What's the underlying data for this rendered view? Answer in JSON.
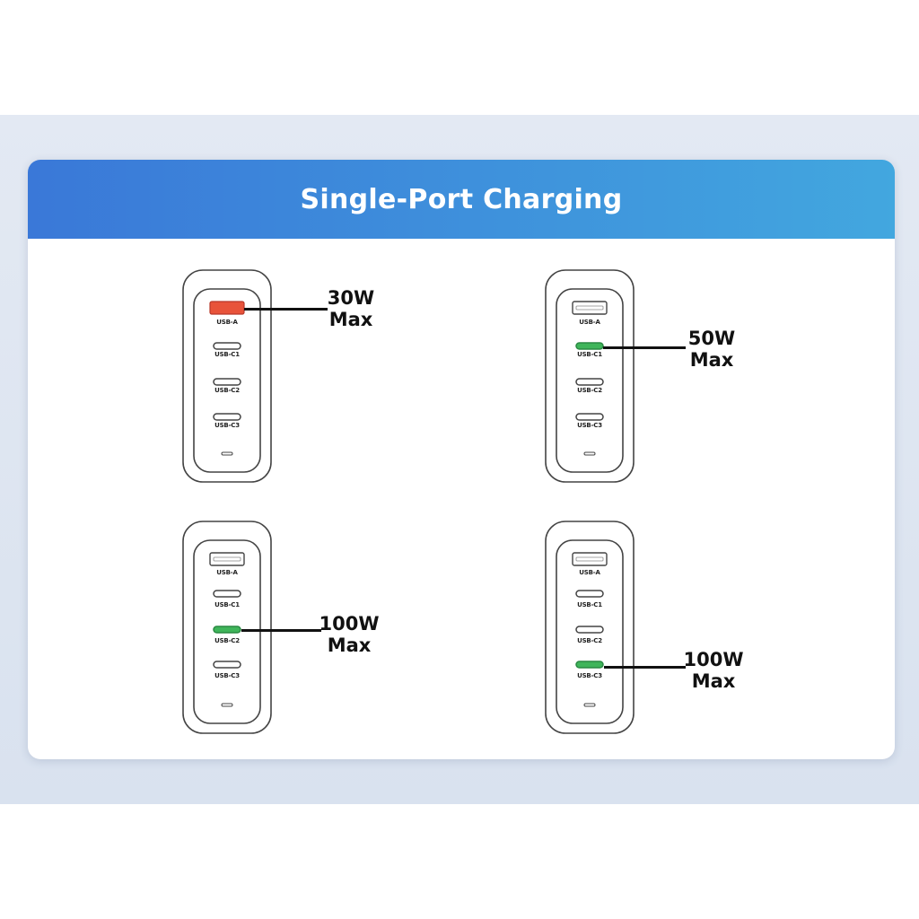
{
  "title": "Single-Port Charging",
  "colors": {
    "header_start": "#3a78d8",
    "header_end": "#42a7df",
    "usb_a_active": "#e8533a",
    "usb_c_active": "#3fb55a"
  },
  "port_labels": [
    "USB-A",
    "USB-C1",
    "USB-C2",
    "USB-C3"
  ],
  "panels": [
    {
      "active_port": "USB-A",
      "power": "30W",
      "unit": "Max"
    },
    {
      "active_port": "USB-C1",
      "power": "50W",
      "unit": "Max"
    },
    {
      "active_port": "USB-C2",
      "power": "100W",
      "unit": "Max"
    },
    {
      "active_port": "USB-C3",
      "power": "100W",
      "unit": "Max"
    }
  ]
}
